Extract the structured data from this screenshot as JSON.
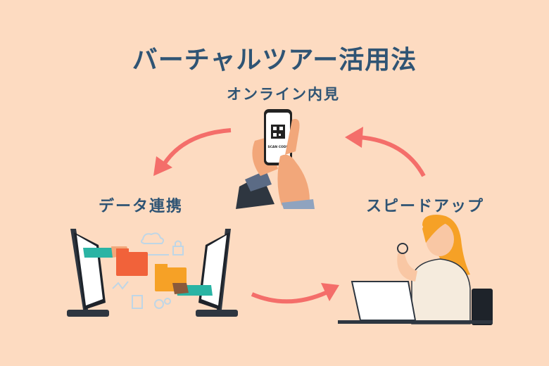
{
  "title": "バーチャルツアー活用法",
  "steps": [
    {
      "label": "オンライン内見"
    },
    {
      "label": "データ連携"
    },
    {
      "label": "スピードアップ"
    }
  ],
  "phone_screen_text": "SCAN CODE",
  "colors": {
    "background": "#FDDBC1",
    "text": "#2F5474",
    "arrow": "#F46E6A"
  }
}
